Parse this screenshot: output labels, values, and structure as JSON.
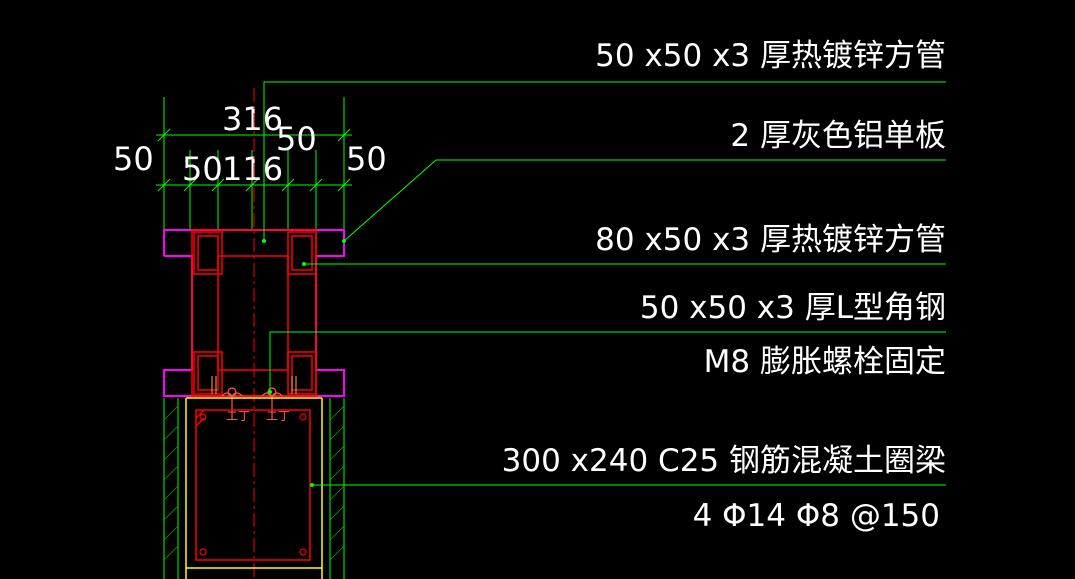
{
  "colors": {
    "background": "#000000",
    "dimension": "#00ff00",
    "leader": "#00ff00",
    "cover_plate": "#ff00ff",
    "steel_tube": "#ff0000",
    "centerline": "#ff0000",
    "beam_outline": "#ffff00",
    "wall_hatch": "#00ff00",
    "text": "#ffffff"
  },
  "dimensions": {
    "total_width": "316",
    "left_overhang": "50",
    "right_overhang": "50",
    "tube_left": "50",
    "tube_gap": "116",
    "tube_right": "50"
  },
  "labels": [
    {
      "text": "50 x50 x3 厚热镀锌方管"
    },
    {
      "text": "2 厚灰色铝单板"
    },
    {
      "text": "80 x50 x3 厚热镀锌方管"
    },
    {
      "text": "50 x50 x3 厚L型角钢"
    },
    {
      "text": "M8 膨胀螺栓固定"
    },
    {
      "text": "300 x240   C25 钢筋混凝土圈梁"
    },
    {
      "text": "4 Φ14      Φ8 @150"
    }
  ],
  "annotations": {
    "bolt_mark_left": "二丁",
    "bolt_mark_right": "二丁"
  }
}
